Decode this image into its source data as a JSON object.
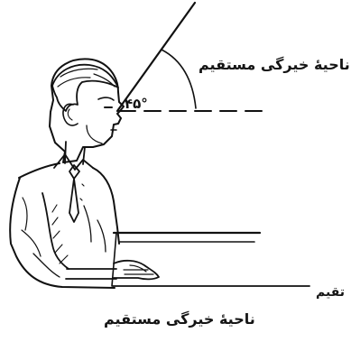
{
  "diagram": {
    "angle_text": "۴۵°",
    "top_label": "ناحیهٔ خیرگی مستقیم",
    "bottom_label": "ناحیهٔ خیرگی مستقیم",
    "clipped_label": "تقیم"
  },
  "colors": {
    "ink": "#151515",
    "background": "#ffffff"
  }
}
